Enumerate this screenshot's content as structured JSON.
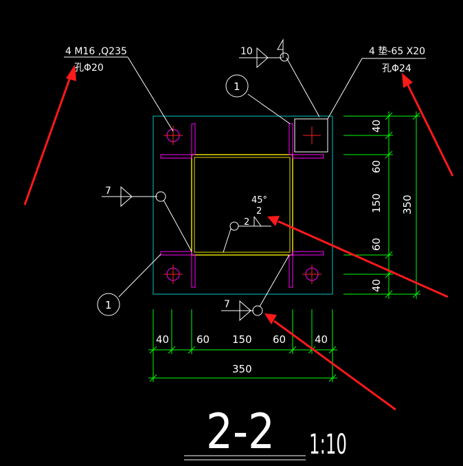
{
  "annotations": {
    "bolt_spec": "4 M16 ,Q235",
    "bolt_hole": "孔Φ20",
    "washer_spec": "4 垫-65 X20",
    "washer_hole": "孔Φ24",
    "weld_top": "10",
    "weld_left": "7",
    "weld_bottom": "7",
    "weld_angle": "45°",
    "weld_inner_top": "2",
    "weld_inner_left": "2",
    "callout_top": "1",
    "callout_bottom": "1"
  },
  "dimensions": {
    "bottom": [
      "40",
      "60",
      "150",
      "60",
      "40"
    ],
    "bottom_total": "350",
    "right": [
      "40",
      "60",
      "150",
      "60",
      "40"
    ],
    "right_total": "350"
  },
  "title": {
    "section": "2-2",
    "scale": "1:10"
  },
  "colors": {
    "plate": "#00c8c8",
    "tube": "#e8e000",
    "stiffener": "#ff00ff",
    "dimension": "#00ff00",
    "centerline": "#ff2020",
    "leader": "#ffffff",
    "arrow": "#ff1a1a"
  }
}
